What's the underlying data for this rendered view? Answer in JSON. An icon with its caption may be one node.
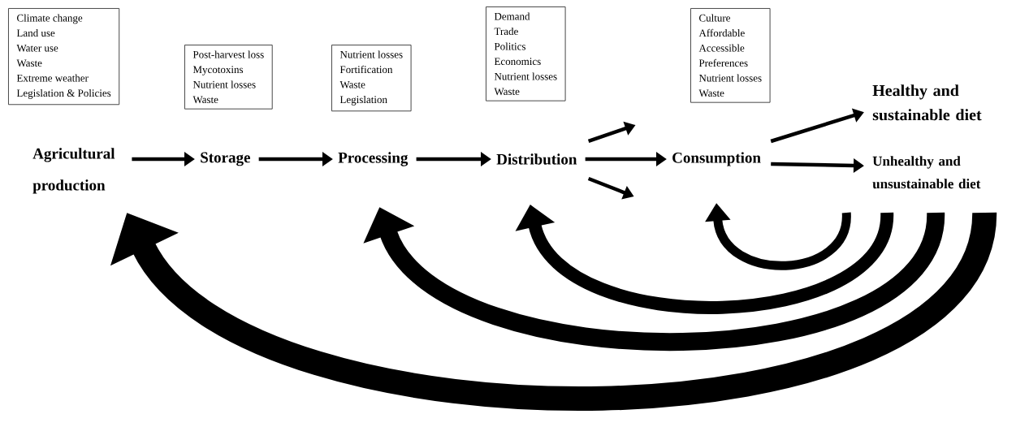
{
  "diagram": {
    "nodes": [
      {
        "text": [
          "Climate change",
          "Land use",
          "Water use",
          "Waste",
          "Extreme weather",
          "Legislation & Policies"
        ]
      },
      {
        "text": [
          "Agricultural production"
        ]
      },
      {
        "text": [
          "Post-harvest loss",
          "Mycotoxins",
          "Nutrient losses",
          "Waste"
        ]
      },
      {
        "text": [
          "Storage"
        ]
      },
      {
        "text": [
          "Nutrient losses",
          "Fortification",
          "Waste",
          "Legislation"
        ]
      },
      {
        "text": [
          "Processing"
        ]
      },
      {
        "text": [
          "Demand",
          "Trade",
          "Politics",
          "Economics",
          "Nutrient losses",
          "Waste"
        ]
      },
      {
        "text": [
          "Distribution"
        ]
      },
      {
        "text": [
          "Culture",
          "Affordable",
          "Accessible",
          "Preferences",
          "Nutrient losses",
          "Waste"
        ]
      },
      {
        "text": [
          "Consumption"
        ]
      },
      {
        "text": [
          "Healthy and sustainable diet"
        ]
      },
      {
        "text": [
          "Unhealthy and unsustainable diet"
        ]
      }
    ],
    "edges": [
      {
        "from": 1,
        "to": 3,
        "arrow": "to"
      },
      {
        "from": 3,
        "to": 5,
        "arrow": "to"
      },
      {
        "from": 5,
        "to": 7,
        "arrow": "to"
      },
      {
        "from": 7,
        "to": null,
        "arrow": "to"
      },
      {
        "from": 7,
        "to": 9,
        "arrow": "to"
      },
      {
        "from": 7,
        "to": null,
        "arrow": "to"
      },
      {
        "from": 9,
        "to": 10,
        "arrow": "to"
      },
      {
        "from": 9,
        "to": 11,
        "arrow": "to"
      },
      {
        "from": 11,
        "to": 9,
        "arrow": "to",
        "style": "thick"
      },
      {
        "from": 11,
        "to": 7,
        "arrow": "to",
        "style": "thick"
      },
      {
        "from": 11,
        "to": 5,
        "arrow": "to",
        "style": "thick"
      },
      {
        "from": 11,
        "to": 1,
        "arrow": "to",
        "style": "thick"
      }
    ]
  }
}
